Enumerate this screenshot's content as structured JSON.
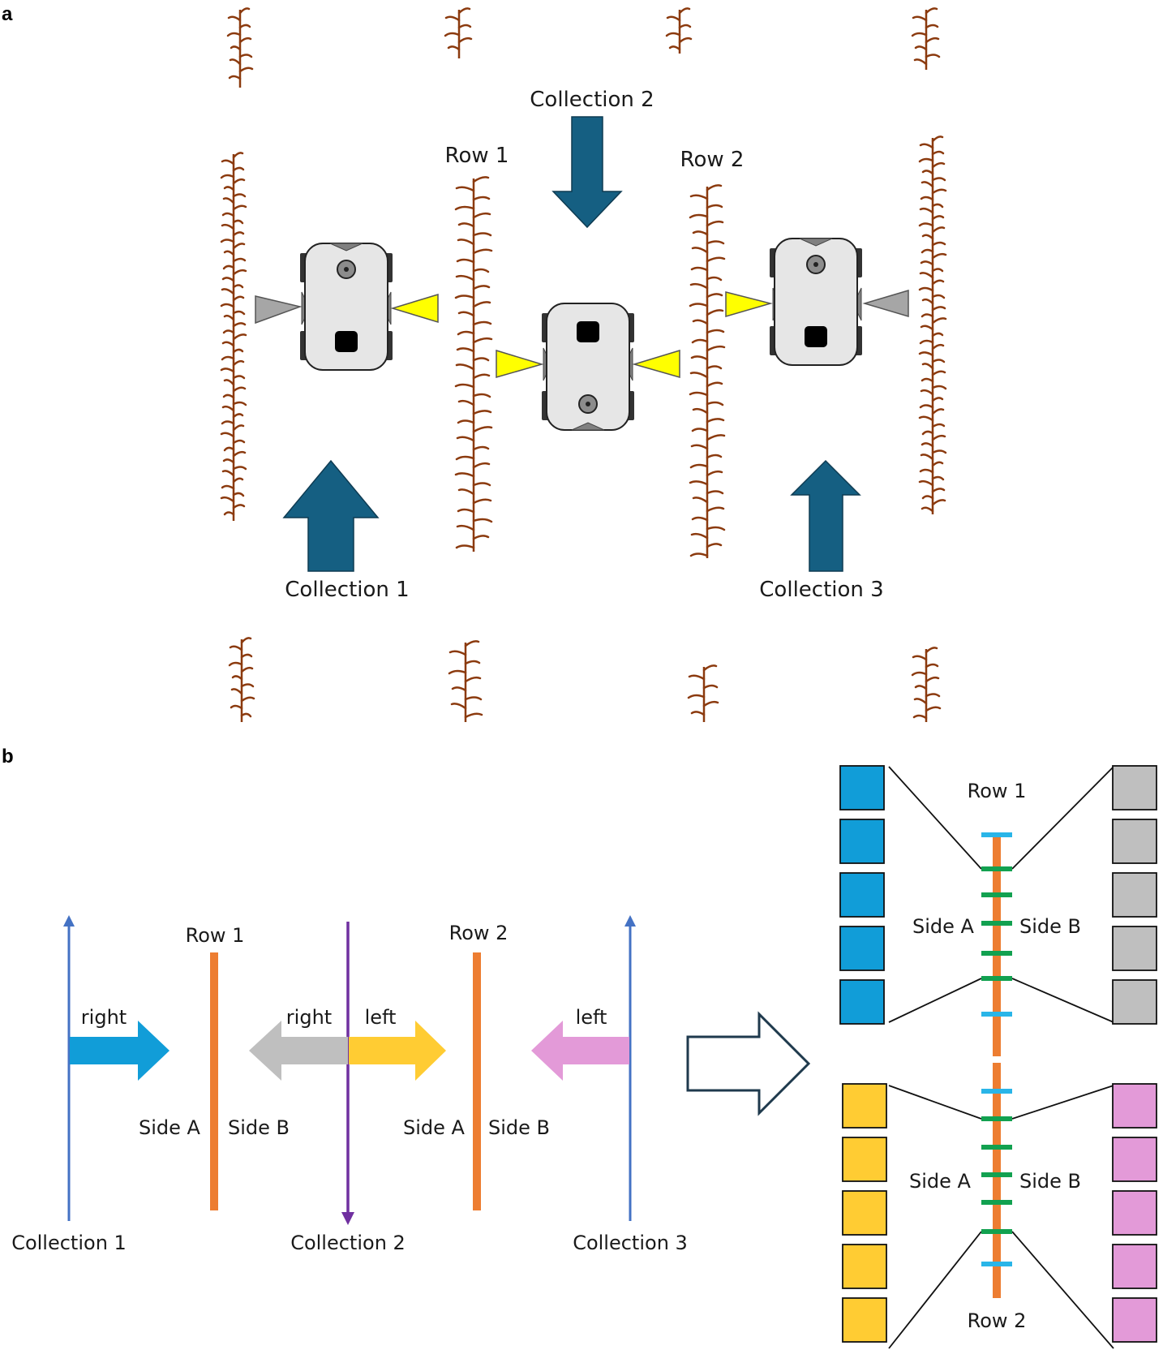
{
  "panel_a": {
    "letter": "a",
    "collections": [
      "Collection 1",
      "Collection 2",
      "Collection 3"
    ],
    "rows": [
      "Row 1",
      "Row 2"
    ]
  },
  "panel_b": {
    "letter": "b",
    "left": {
      "rows": [
        "Row 1",
        "Row 2"
      ],
      "collections": [
        "Collection 1",
        "Collection 2",
        "Collection 3"
      ],
      "directions": [
        "right",
        "right",
        "left",
        "left"
      ],
      "sides": [
        "Side A",
        "Side B",
        "Side A",
        "Side B"
      ]
    },
    "right": {
      "row_top": "Row 1",
      "row_bottom": "Row 2",
      "top_sides": [
        "Side A",
        "Side B"
      ],
      "bottom_sides": [
        "Side A",
        "Side B"
      ]
    }
  },
  "colors": {
    "collection_arrow": "#155f82",
    "plant": "#8b3a0e",
    "row_line": "#ed7d31",
    "collection_line": "#4472c4",
    "collection2_line": "#7030a0",
    "blue_arrow": "#119dd8",
    "gray_arrow": "#bfbfbf",
    "yellow_arrow": "#ffcc33",
    "pink_arrow": "#e39ad8",
    "camera_yellow": "#ffff00",
    "camera_gray": "#a6a6a6",
    "robot_body": "#e6e6e6",
    "tick_blue": "#29b5e8",
    "tick_green": "#12a150"
  }
}
